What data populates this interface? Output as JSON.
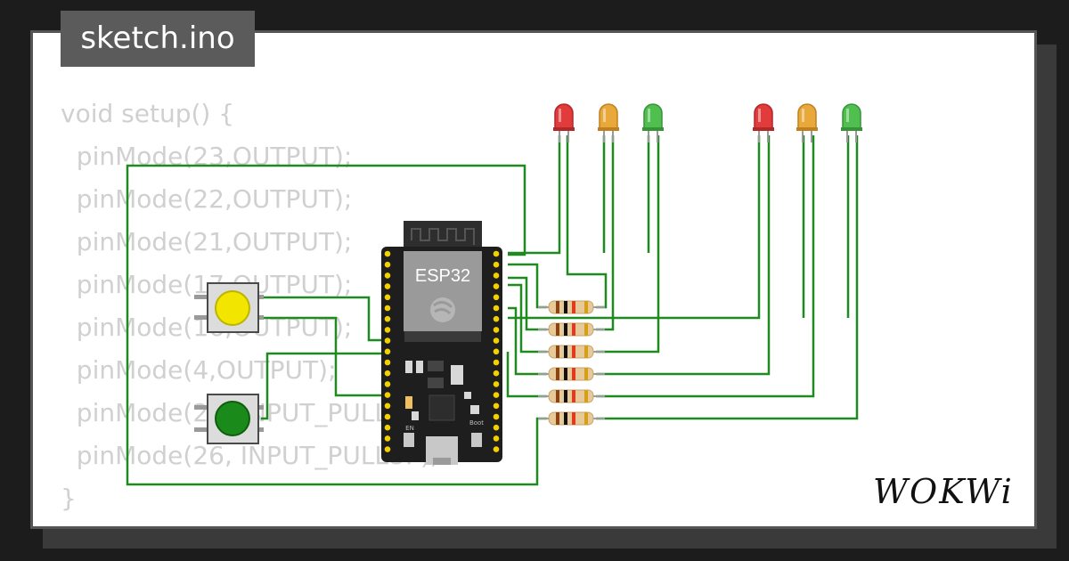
{
  "title": "sketch.ino",
  "code_lines": [
    "void setup() {",
    "  pinMode(23,OUTPUT);",
    "  pinMode(22,OUTPUT);",
    "  pinMode(21,OUTPUT);",
    "  pinMode(17,OUTPUT);",
    "  pinMode(16,OUTPUT);",
    "  pinMode(4,OUTPUT);",
    "  pinMode(27, INPUT_PULLUP);",
    "  pinMode(26, INPUT_PULLUP);",
    "}"
  ],
  "board": {
    "label": "ESP32",
    "en_label": "EN",
    "boot_label": "Boot"
  },
  "logo": "WOKWi",
  "colors": {
    "wire": "#1f8a1f",
    "board": "#1e1e1e",
    "pin": "#f3d000",
    "led_red": "#e23b3b",
    "led_yellow": "#e8a83a",
    "led_green": "#4fbf4f",
    "button_yellow": "#f2e600",
    "button_green": "#1a8a1a"
  },
  "leds": [
    {
      "name": "led-red-1",
      "color": "red"
    },
    {
      "name": "led-yellow-1",
      "color": "yellow"
    },
    {
      "name": "led-green-1",
      "color": "green"
    },
    {
      "name": "led-red-2",
      "color": "red"
    },
    {
      "name": "led-yellow-2",
      "color": "yellow"
    },
    {
      "name": "led-green-2",
      "color": "green"
    }
  ],
  "buttons": [
    {
      "name": "pushbutton-yellow",
      "color": "yellow"
    },
    {
      "name": "pushbutton-green",
      "color": "green"
    }
  ]
}
